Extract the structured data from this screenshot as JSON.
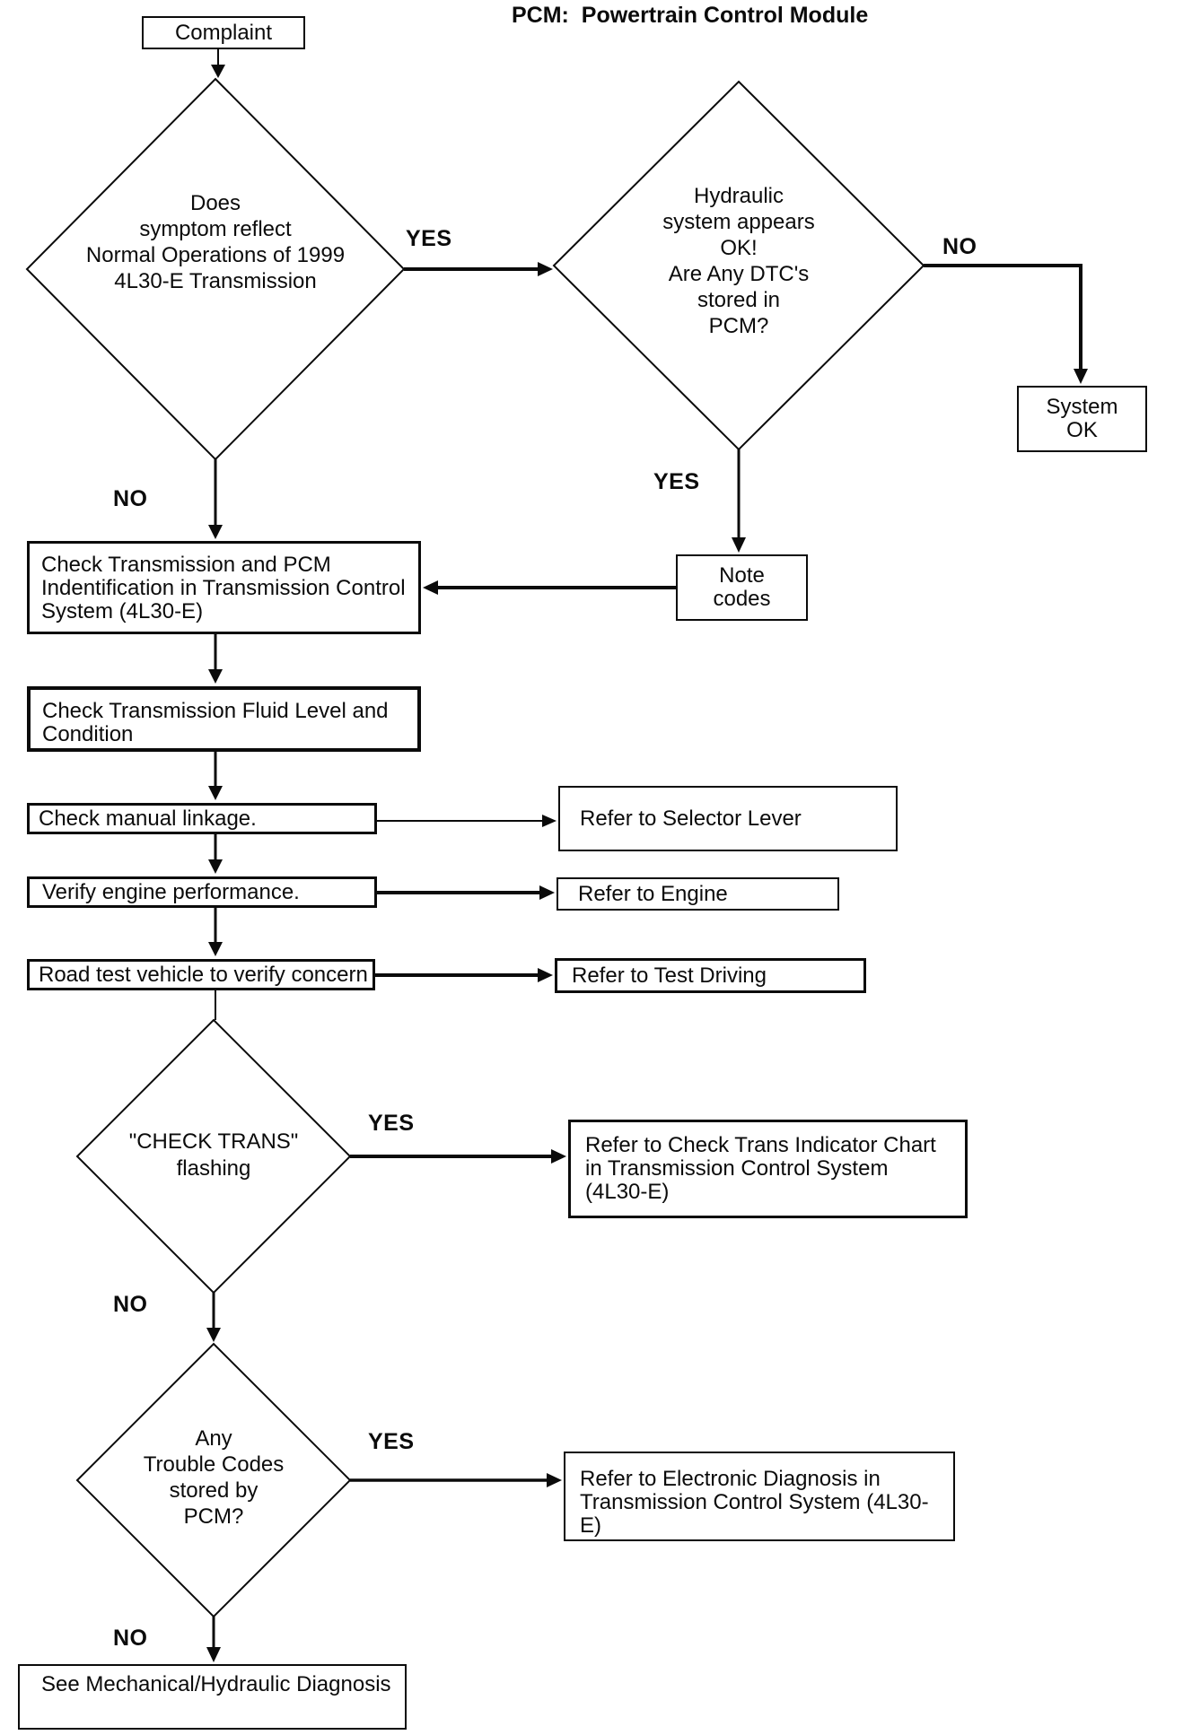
{
  "title": "PCM:  Powertrain Control Module",
  "branch_labels": {
    "yes": "YES",
    "no": "NO"
  },
  "colors": {
    "ink": "#0b0b0b",
    "background": "#ffffff"
  },
  "nodes": {
    "complaint": {
      "label": "Complaint"
    },
    "decision_symptom": {
      "lines": [
        "Does",
        "symptom reflect",
        "Normal Operations of 1999",
        "4L30-E Transmission"
      ]
    },
    "decision_hydraulic": {
      "lines": [
        "Hydraulic",
        "system appears",
        "OK!",
        "Are Any DTC's",
        "stored in",
        "PCM?"
      ]
    },
    "system_ok": {
      "lines": [
        "System",
        "OK"
      ]
    },
    "note_codes": {
      "lines": [
        "Note",
        "codes"
      ]
    },
    "check_transmission_pcm": {
      "lines": [
        "Check Transmission and PCM",
        "Indentification in Transmission Control",
        "System (4L30-E)"
      ]
    },
    "check_fluid": {
      "lines": [
        "Check Transmission Fluid Level and",
        "Condition"
      ]
    },
    "check_manual_linkage": {
      "label": "Check manual linkage."
    },
    "refer_selector_lever": {
      "label": "Refer to Selector Lever"
    },
    "verify_engine": {
      "label": "Verify engine performance."
    },
    "refer_engine": {
      "label": "Refer to Engine"
    },
    "road_test": {
      "label": "Road test vehicle to verify concern"
    },
    "refer_test_driving": {
      "label": "Refer to Test Driving"
    },
    "decision_check_trans": {
      "lines": [
        "\"CHECK TRANS\"",
        "flashing"
      ]
    },
    "refer_check_trans_chart": {
      "lines": [
        "Refer to Check Trans Indicator Chart",
        "in Transmission Control System (4L30-E)"
      ]
    },
    "decision_trouble_codes": {
      "lines": [
        "Any",
        "Trouble Codes",
        "stored by",
        "PCM?"
      ]
    },
    "refer_electronic_diagnosis": {
      "lines": [
        "Refer to Electronic Diagnosis in",
        "Transmission Control System (4L30-E)"
      ]
    },
    "see_mechanical": {
      "label": "See Mechanical/Hydraulic Diagnosis"
    }
  }
}
